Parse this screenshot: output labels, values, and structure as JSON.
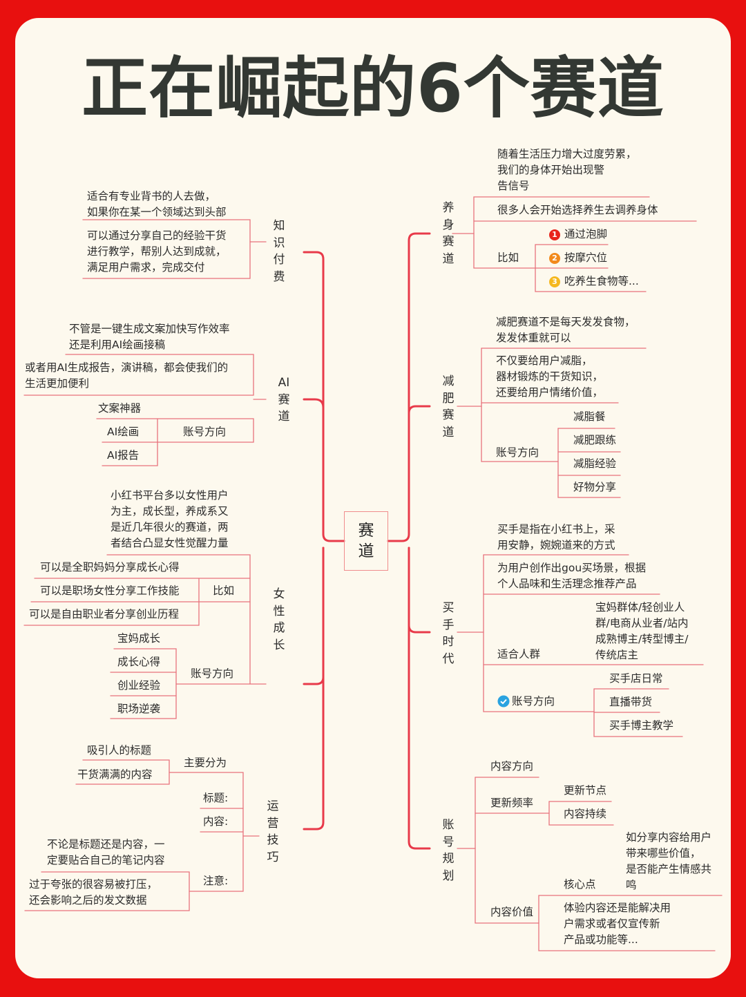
{
  "title": "正在崛起的6个赛道",
  "center": "赛道",
  "left": {
    "zhishi": {
      "label": "知识付费",
      "items": [
        "适合有专业背书的人去做，\n如果你在某一个领域达到头部",
        "可以通过分享自己的经验干货\n进行教学，帮别人达到成就，\n满足用户需求，完成交付"
      ]
    },
    "ai": {
      "label": "AI赛道",
      "items": [
        "不管是一键生成文案加快写作效率\n还是利用AI绘画接稿",
        "或者用AI生成报告，演讲稿，都会使我们的\n生活更加便利"
      ],
      "account_label": "账号方向",
      "accounts": [
        "文案神器",
        "AI绘画",
        "AI报告"
      ]
    },
    "nvxing": {
      "label": "女性成长",
      "intro": "小红书平台多以女性用户\n为主，成长型，养成系又\n是近几年很火的赛道，两\n者结合凸显女性觉醒力量",
      "example_label": "比如",
      "examples": [
        "可以是全职妈妈分享成长心得",
        "可以是职场女性分享工作技能",
        "可以是自由职业者分享创业历程"
      ],
      "account_label": "账号方向",
      "accounts": [
        "宝妈成长",
        "成长心得",
        "创业经验",
        "职场逆袭"
      ]
    },
    "yunying": {
      "label": "运营技巧",
      "main_label": "主要分为",
      "main": [
        "吸引人的标题",
        "干货满满的内容"
      ],
      "sub_title": "标题:",
      "sub_content": "内容:",
      "note_label": "注意:",
      "notes": [
        "不论是标题还是内容，一\n定要贴合自己的笔记内容",
        "过于夸张的很容易被打压，\n还会影响之后的发文数据"
      ]
    }
  },
  "right": {
    "yangshen": {
      "label": "养身赛道",
      "items": [
        "随着生活压力增大过度劳累，\n我们的身体开始出现警\n告信号",
        "很多人会开始选择养生去调养身体"
      ],
      "example_label": "比如",
      "examples": [
        {
          "num": "1",
          "text": "通过泡脚",
          "color": "#e8241c"
        },
        {
          "num": "2",
          "text": "按摩穴位",
          "color": "#f28a1c"
        },
        {
          "num": "3",
          "text": "吃养生食物等...",
          "color": "#f5b81f"
        }
      ]
    },
    "jianfei": {
      "label": "减肥赛道",
      "items": [
        "减肥赛道不是每天发发食物，\n发发体重就可以",
        "不仅要给用户减脂，\n器材锻炼的干货知识，\n还要给用户情绪价值，"
      ],
      "account_label": "账号方向",
      "accounts": [
        "减脂餐",
        "减肥跟练",
        "减脂经验",
        "好物分享"
      ]
    },
    "maishou": {
      "label": "买手时代",
      "items": [
        "买手是指在小红书上，采\n用安静，婉婉道来的方式",
        "为用户创作出gou买场景，根据\n个人品味和生活理念推荐产品"
      ],
      "crowd_label": "适合人群",
      "crowd": "宝妈群体/轻创业人\n群/电商从业者/站内\n成熟博主/转型博主/\n传统店主",
      "account_label": "账号方向",
      "accounts": [
        "买手店日常",
        "直播带货",
        "买手博主教学"
      ]
    },
    "zhanghao": {
      "label": "账号规划",
      "direction": "内容方向",
      "freq_label": "更新频率",
      "freq": [
        "更新节点",
        "内容持续"
      ],
      "value_label": "内容价值",
      "core_label": "核心点",
      "core": "如分享内容给用户\n带来哪些价值，\n是否能产生情感共\n鸣",
      "experience": "体验内容还是能解决用\n户需求或者仅宣传新\n产品或功能等..."
    }
  },
  "colors": {
    "accent": "#e83a4a",
    "line": "#e8727c",
    "bg": "#fdf9ee",
    "border": "#e8100f"
  }
}
